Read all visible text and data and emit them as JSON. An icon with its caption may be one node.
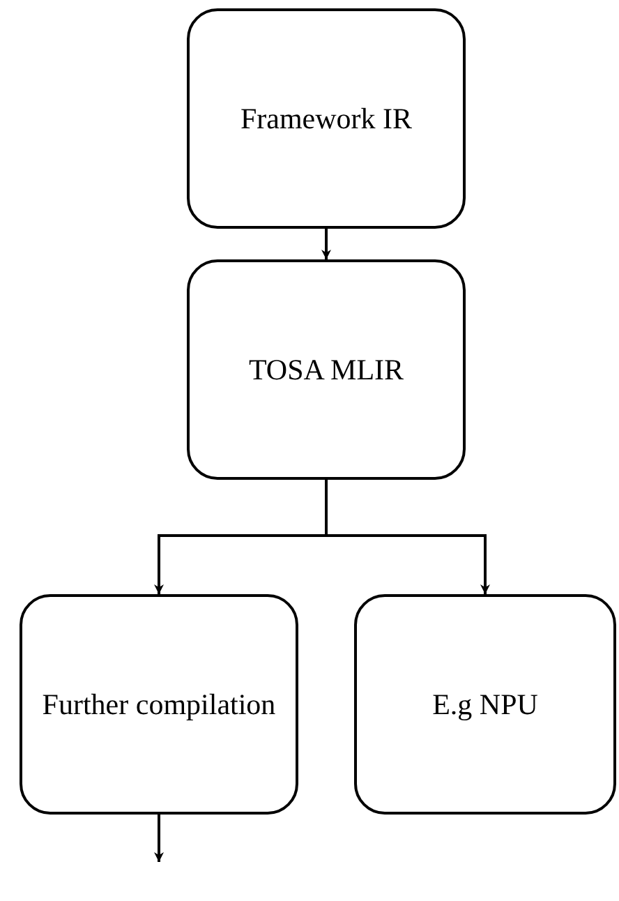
{
  "diagram": {
    "nodes": [
      {
        "text": [
          "Framework IR"
        ]
      },
      {
        "text": [
          "TOSA MLIR"
        ]
      },
      {
        "text": [
          "Further compilation"
        ]
      },
      {
        "text": [
          "E.g NPU"
        ]
      }
    ],
    "edges": [
      {
        "from": 0,
        "to": 1,
        "arrow": "to"
      },
      {
        "from": 1,
        "to": 2,
        "arrow": "to"
      },
      {
        "from": 1,
        "to": 3,
        "arrow": "to"
      },
      {
        "from": 2,
        "to": null,
        "arrow": "to"
      }
    ]
  }
}
